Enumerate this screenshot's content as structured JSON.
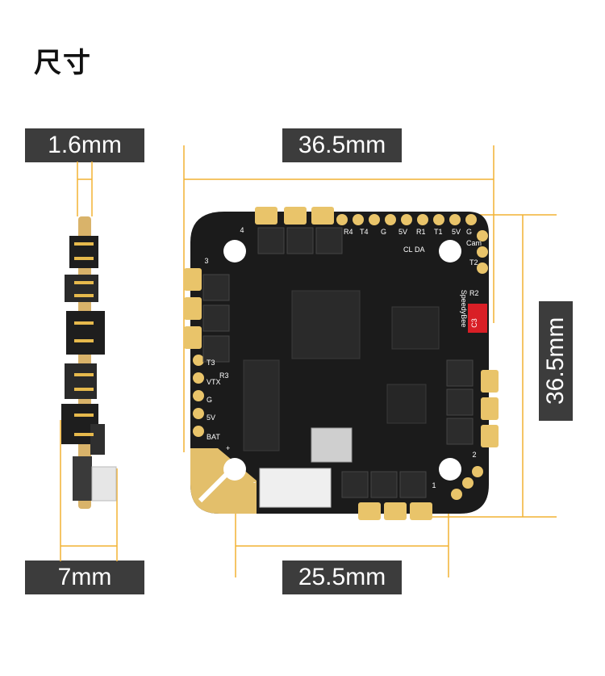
{
  "title": "尺寸",
  "dimensions": {
    "thickness": "1.6mm",
    "width": "36.5mm",
    "height": "36.5mm",
    "side_width": "7mm",
    "mount_spacing": "25.5mm"
  },
  "board": {
    "brand": "SpeedyBee",
    "badge": "C3",
    "mount_holes": [
      "1",
      "2",
      "3",
      "4"
    ],
    "pads_top": [
      "R4",
      "T4",
      "G",
      "5V",
      "R1",
      "T1",
      "5V",
      "G",
      "Cam",
      "T2",
      "R2",
      "DA",
      "CL"
    ],
    "pads_left": [
      "R3",
      "T3",
      "VTX",
      "G",
      "5V",
      "BAT"
    ],
    "polarity_plus": "+",
    "polarity_minus": "-"
  },
  "colors": {
    "board": "#1b1b1b",
    "pad": "#e9c46a",
    "dimension_line": "#f2b233",
    "label_bg": "#3c3c3c",
    "badge": "#d91f26"
  }
}
